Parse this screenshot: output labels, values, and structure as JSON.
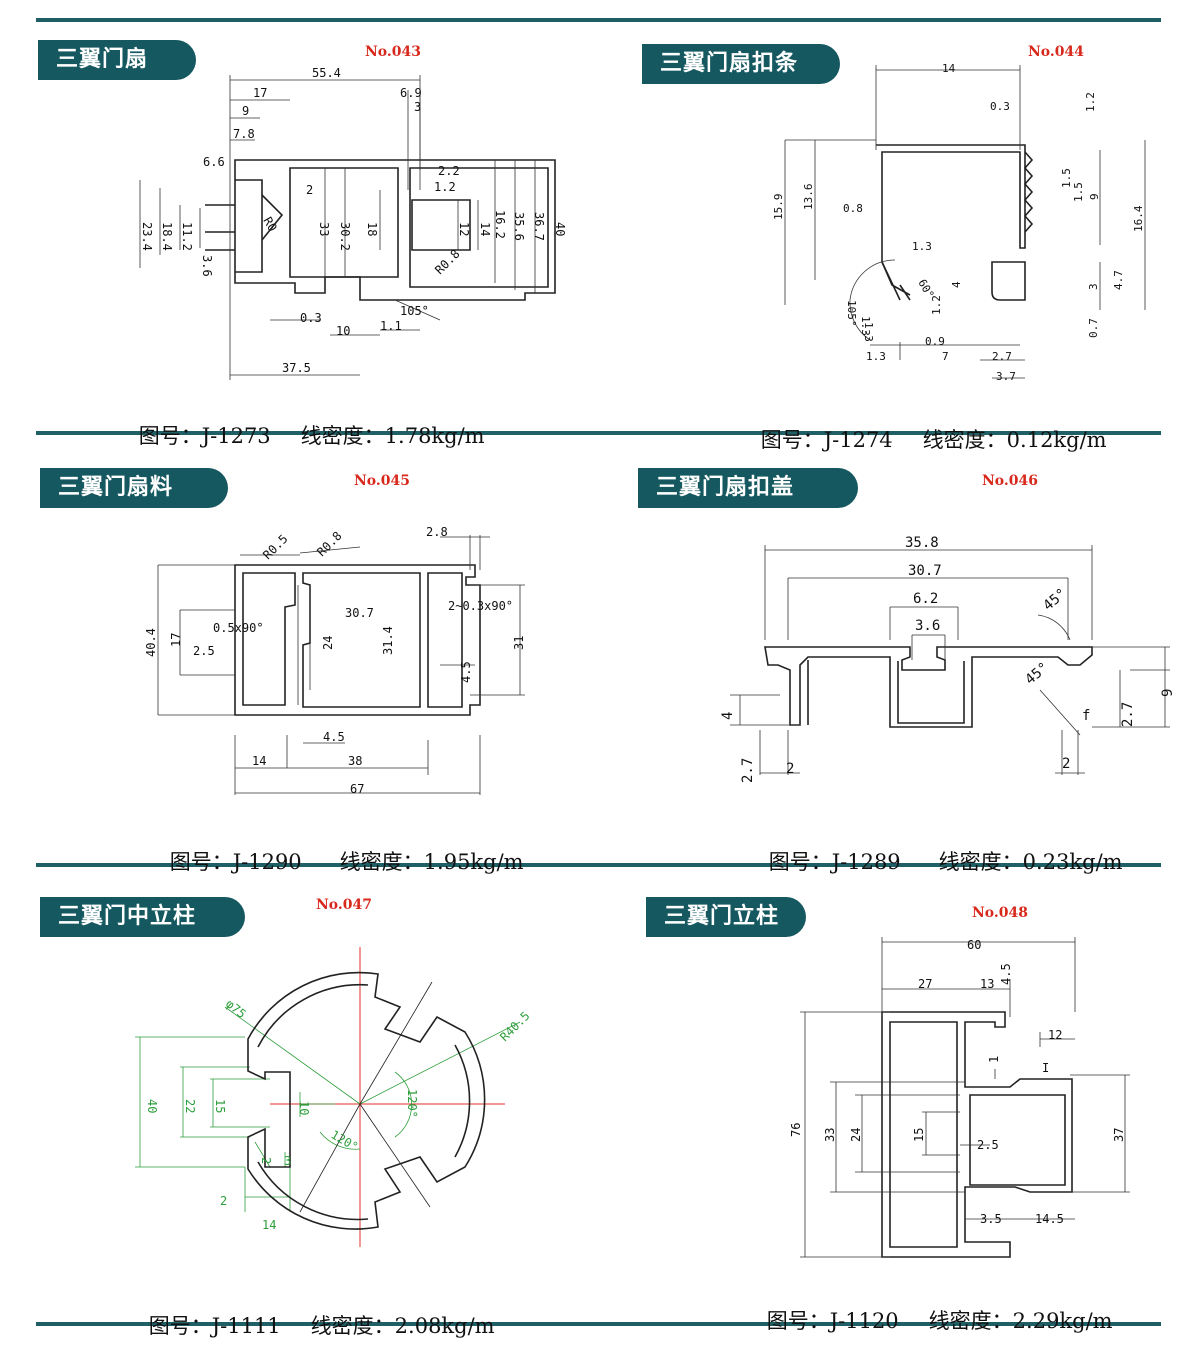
{
  "colors": {
    "accent": "#155860",
    "rule": "#1f5f66",
    "number": "#d8281c",
    "cad_green": "#2e9e3c",
    "cad_red": "#e0302a"
  },
  "items": [
    {
      "label": "三翼门扇",
      "no": "No.043",
      "drawing_no": "图号：J-1273",
      "density": "线密度：1.78kg/m",
      "dims": [
        "55.4",
        "17",
        "9",
        "7.8",
        "6.6",
        "23.4",
        "18.4",
        "11.2",
        "3.6",
        "2",
        "33",
        "30.2",
        "18",
        "6.9",
        "3",
        "2.2",
        "1.2",
        "16.2",
        "14",
        "12",
        "35.6",
        "36.7",
        "40",
        "R0.8",
        "105°",
        "0.3",
        "10",
        "1.1",
        "37.5",
        "R0"
      ]
    },
    {
      "label": "三翼门扇扣条",
      "no": "No.044",
      "drawing_no": "图号：J-1274",
      "density": "线密度：0.12kg/m",
      "dims": [
        "14",
        "0.3",
        "1.2",
        "15.9",
        "13.6",
        "0.8",
        "1.3",
        "1.5",
        "1.5",
        "9",
        "16.4",
        "3",
        "4.7",
        "4",
        "1.3",
        "0.7",
        "0.9",
        "1.3",
        "7",
        "2.7",
        "3.7",
        "105°",
        "1.3",
        "1.2",
        "60°"
      ]
    },
    {
      "label": "三翼门扇料",
      "no": "No.045",
      "drawing_no": "图号：J-1290",
      "density": "线密度：1.95kg/m",
      "dims": [
        "2.8",
        "R0.5",
        "R0.8",
        "40.4",
        "17",
        "0.5x90°",
        "2.5",
        "30.7",
        "24",
        "31.4",
        "2~0.3x90°",
        "4.5",
        "31",
        "4.5",
        "14",
        "38",
        "67"
      ]
    },
    {
      "label": "三翼门扇扣盖",
      "no": "No.046",
      "drawing_no": "图号：J-1289",
      "density": "线密度：0.23kg/m",
      "dims": [
        "35.8",
        "30.7",
        "6.2",
        "3.6",
        "45°",
        "45°",
        "4",
        "2.7",
        "2",
        "f",
        "2.7",
        "9",
        "2"
      ]
    },
    {
      "label": "三翼门中立柱",
      "no": "No.047",
      "drawing_no": "图号：J-1111",
      "density": "线密度：2.08kg/m",
      "dims": [
        "φ75",
        "R40.5",
        "40",
        "22",
        "15",
        "10",
        "120°",
        "120°",
        "2",
        "3",
        "2",
        "14"
      ]
    },
    {
      "label": "三翼门立柱",
      "no": "No.048",
      "drawing_no": "图号：J-1120",
      "density": "线密度：2.29kg/m",
      "dims": [
        "60",
        "27",
        "13",
        "4.5",
        "12",
        "1",
        "I",
        "76",
        "33",
        "24",
        "15",
        "2.5",
        "37",
        "3.5",
        "14.5"
      ]
    }
  ]
}
